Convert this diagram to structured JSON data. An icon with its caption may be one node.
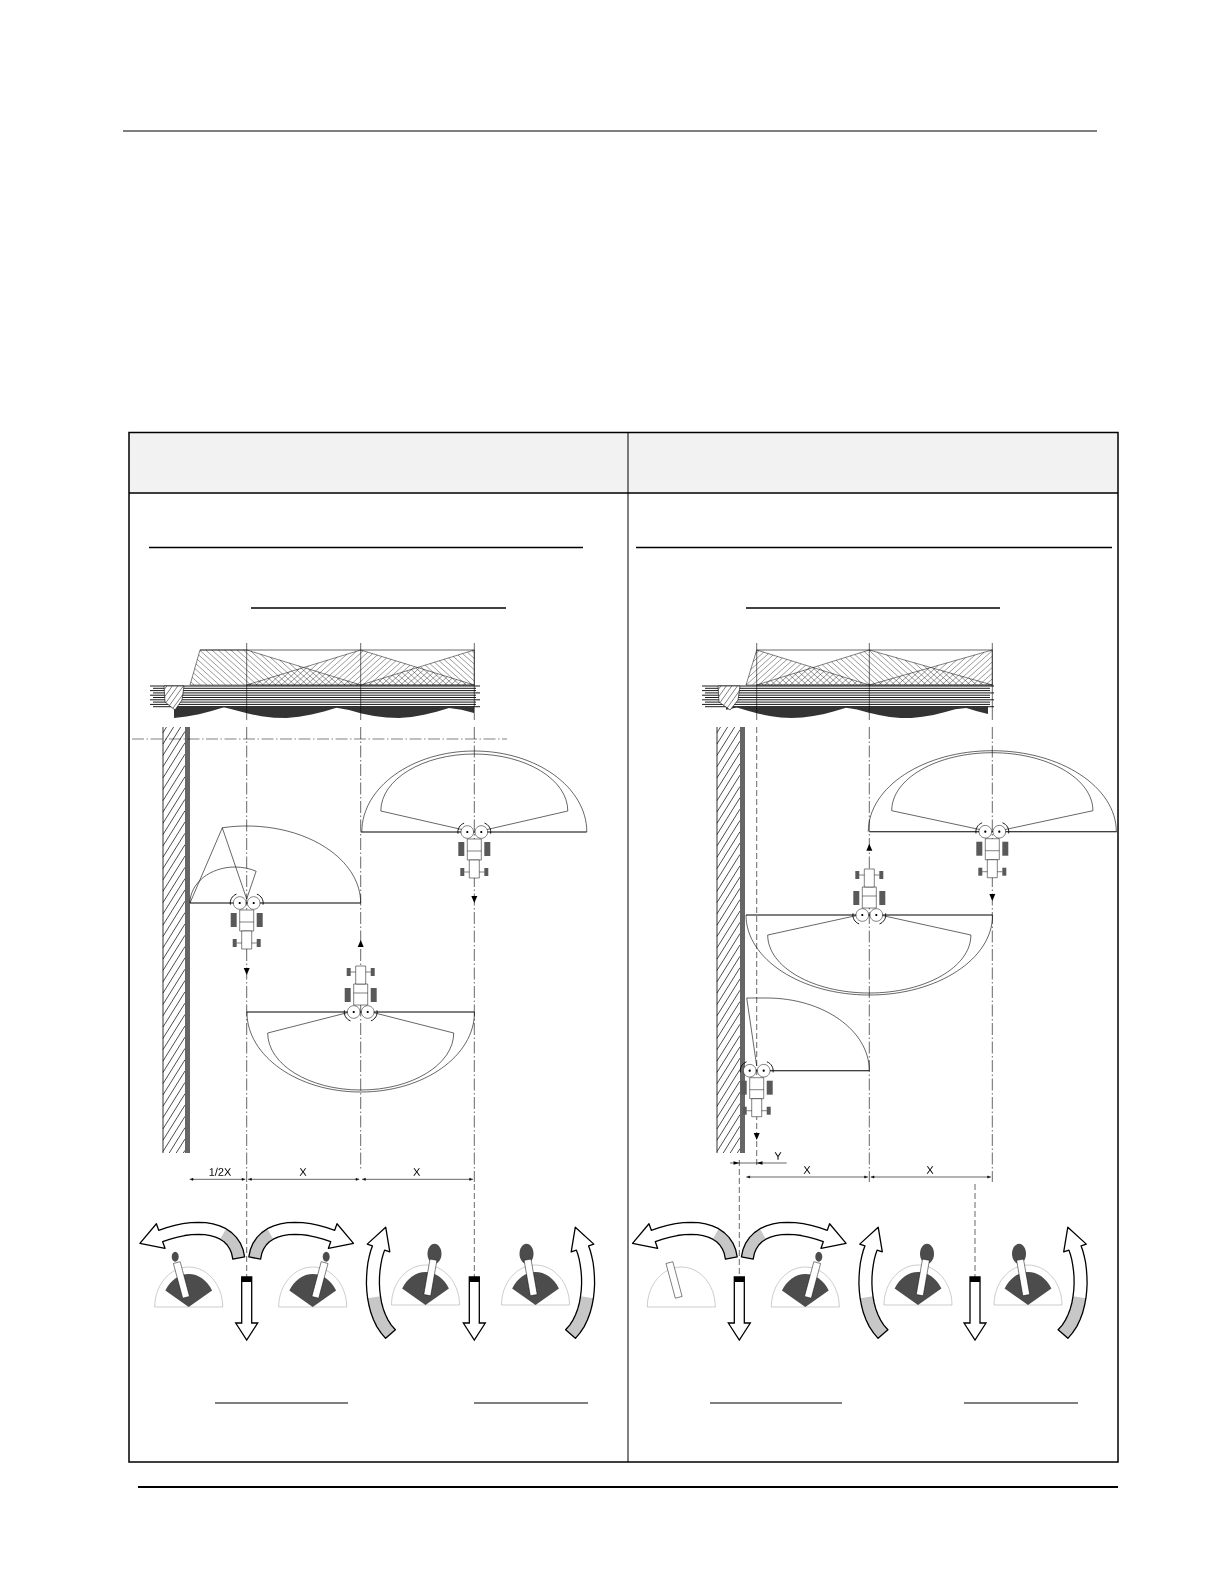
{
  "diagram": {
    "labels": [
      "1/2X",
      "X",
      "X",
      "Y",
      "X",
      "X"
    ]
  }
}
